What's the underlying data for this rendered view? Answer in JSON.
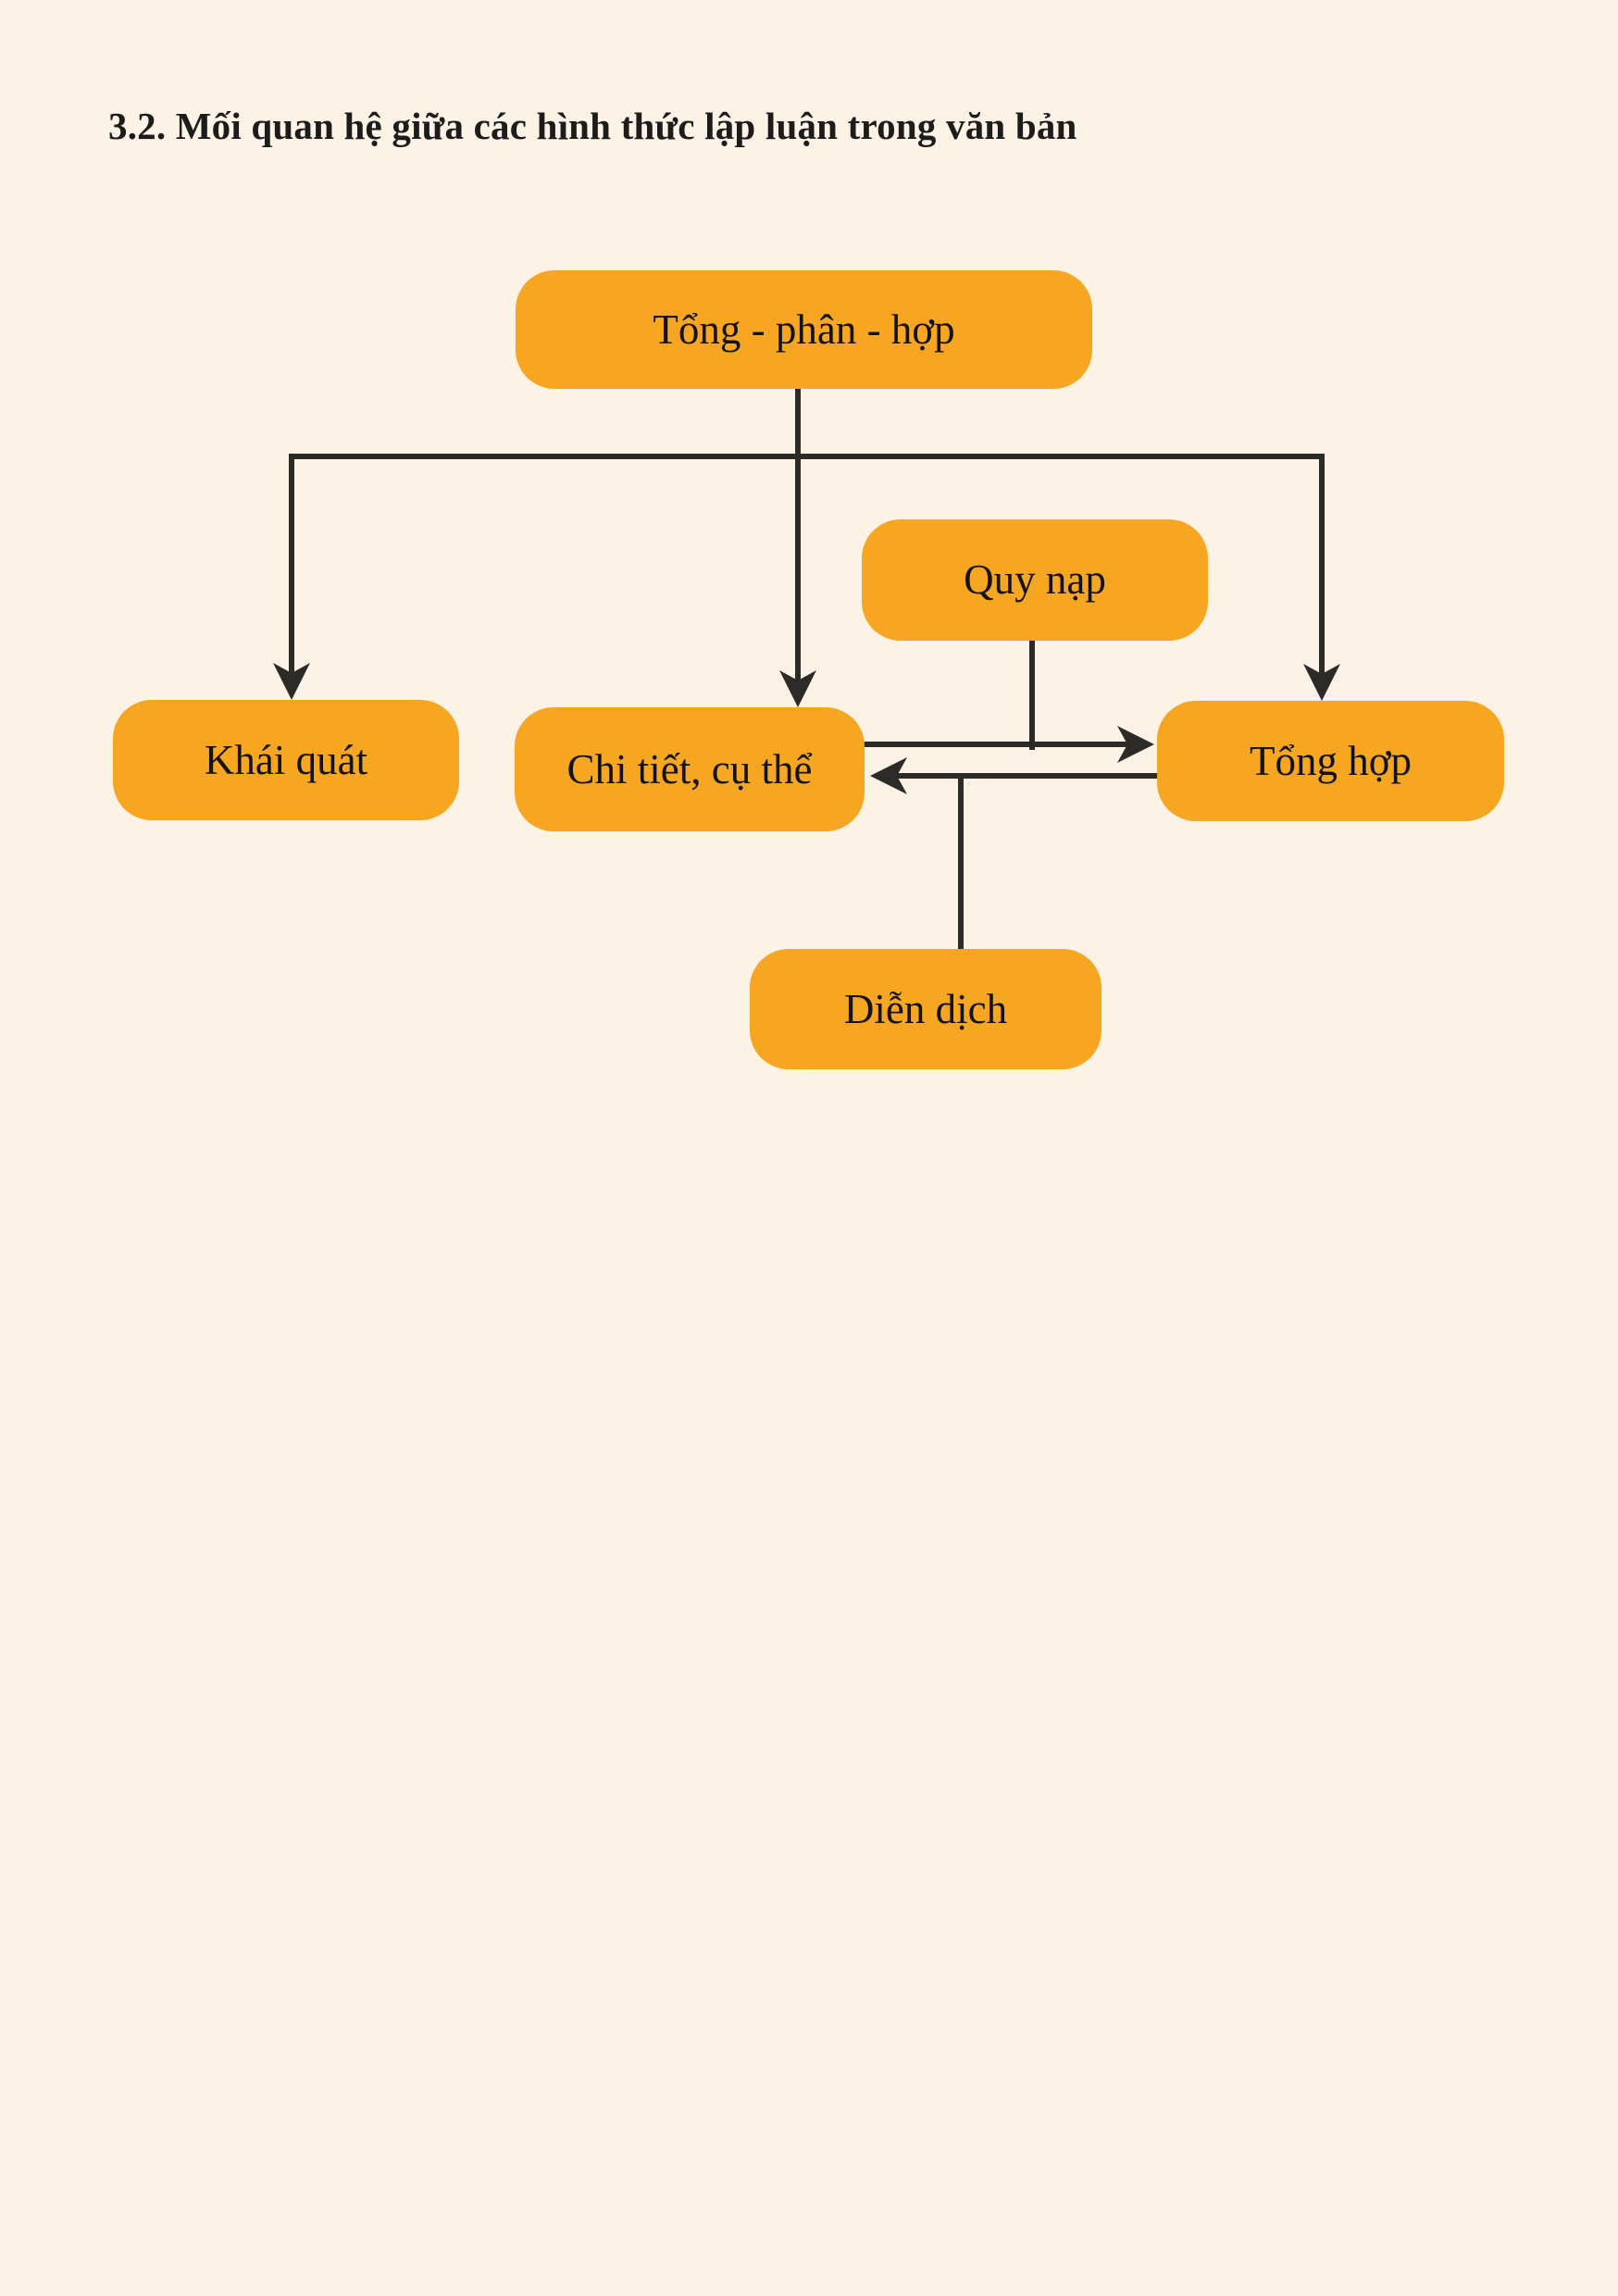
{
  "page": {
    "background_color": "#fdf2e6",
    "title": "3.2. Mối quan hệ giữa các hình thức lập luận trong văn bản"
  },
  "diagram": {
    "colors": {
      "node_fill": "#f6a621",
      "connector": "#2d2b28",
      "text": "#131313"
    },
    "nodes": {
      "tong_phan_hop": {
        "label": "Tổng - phân - hợp"
      },
      "quy_nap": {
        "label": "Quy nạp"
      },
      "khai_quat": {
        "label": "Khái quát"
      },
      "chi_tiet_cu_the": {
        "label": "Chi tiết, cụ thể"
      },
      "tong_hop": {
        "label": "Tổng hợp"
      },
      "dien_dich": {
        "label": "Diễn dịch"
      }
    },
    "edges": [
      {
        "from": "Tổng - phân - hợp",
        "to": "Khái quát"
      },
      {
        "from": "Tổng - phân - hợp",
        "to": "Chi tiết, cụ thể"
      },
      {
        "from": "Tổng - phân - hợp",
        "to": "Tổng hợp"
      },
      {
        "from": "Chi tiết, cụ thể",
        "to": "Tổng hợp"
      },
      {
        "from": "Quy nạp",
        "to": "Tổng hợp"
      },
      {
        "from": "Tổng hợp",
        "to": "Chi tiết, cụ thể"
      },
      {
        "from": "Diễn dịch",
        "to": "Chi tiết, cụ thể"
      }
    ]
  }
}
